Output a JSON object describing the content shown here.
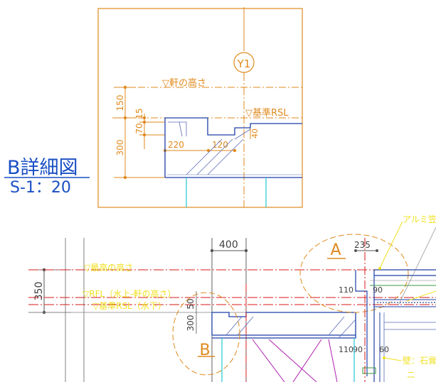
{
  "detail": {
    "title": "B詳細図",
    "scale": "S-1：20",
    "grid_label": "Y1",
    "eave_label": "▽軒の高さ",
    "rsl_label": "▽基準RSL",
    "dims": {
      "d150": "150",
      "d15": "15",
      "d70": "70",
      "d300": "300",
      "d220": "220",
      "d120": "120",
      "d40": "40"
    }
  },
  "plan": {
    "dim400": "400",
    "dim350": "350",
    "dim235": "235",
    "dim110a": "110",
    "dim90a": "90",
    "dim110b": "110",
    "dim90b": "90",
    "dim60": "60",
    "dim300": "300",
    "dim50": "50",
    "callout_a": "A",
    "callout_b": "B",
    "lbl_top": "▽最高の高さ",
    "lbl_rfl": "▽RFL（水上-軒の高さ）",
    "lbl_rsl": "▽基準RSL（水下）",
    "lbl_alumi": "アルミ笠",
    "lbl_wall": "壁：石膏",
    "lbl_ni": "ニ"
  },
  "colors": {
    "frame": "#e08a1e",
    "dim_text": "#404040",
    "yellow_text": "#f0e020",
    "red_line": "#d81818",
    "blue_outline": "#1e3fa8",
    "cyan": "#22c8d0",
    "magenta": "#b020b0",
    "title_blue": "#1a4fc4"
  }
}
